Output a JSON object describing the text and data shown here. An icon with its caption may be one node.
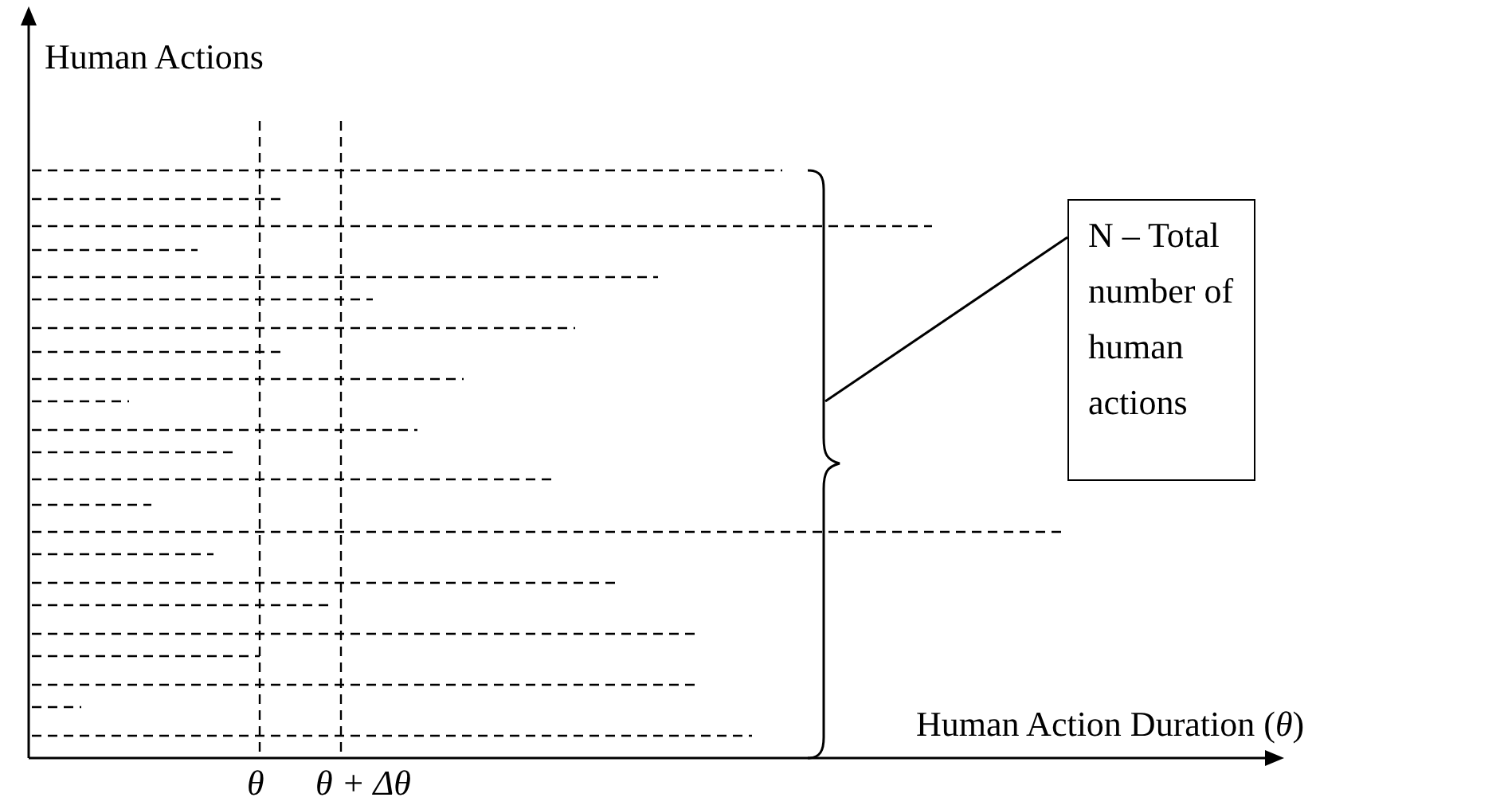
{
  "diagram": {
    "nodes": [
      {
        "text": [
          "N – Total number of human actions"
        ]
      },
      {
        "text": [],
        "shape": "brace"
      }
    ],
    "edges": [
      {
        "from": 0,
        "to": 1,
        "arrow": "none"
      }
    ],
    "labels": [
      "Human Actions",
      "Human Action Duration (*θ*)",
      "θ",
      "θ + Δθ"
    ]
  }
}
